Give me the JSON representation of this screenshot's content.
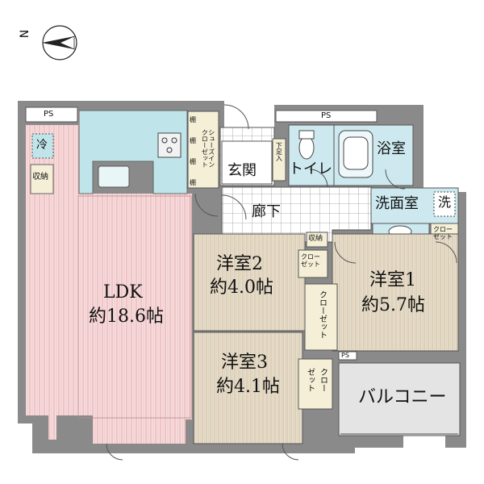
{
  "compass": {
    "direction_label": "N"
  },
  "rooms": {
    "ldk": {
      "name": "LDK",
      "size": "約18.6帖"
    },
    "western2": {
      "name": "洋室2",
      "size": "約4.0帖"
    },
    "western1": {
      "name": "洋室1",
      "size": "約5.7帖"
    },
    "western3": {
      "name": "洋室3",
      "size": "約4.1帖"
    },
    "balcony": {
      "name": "バルコニー"
    },
    "entrance": {
      "name": "玄関"
    },
    "hallway": {
      "name": "廊下"
    },
    "toilet": {
      "name": "トイレ"
    },
    "bathroom": {
      "name": "浴室"
    },
    "washroom": {
      "name": "洗面室"
    }
  },
  "fixtures": {
    "ps_left": "PS",
    "ps_top": "PS",
    "ps_small": "PS",
    "fridge": "冷",
    "storage_ldk": "収納",
    "shoes_closet": "シューズイン\nクローゼット",
    "shelf_labels": [
      "棚",
      "棚",
      "棚",
      "棚"
    ],
    "shoes_box": "下足入",
    "storage_hall": "収納",
    "closet_w2": "クロー\nゼット",
    "closet_w1": "クロー\nゼット",
    "closet_mid": "クローゼット",
    "closet_w3a": "クロー",
    "closet_w3b": "ゼット",
    "washer": "洗"
  }
}
